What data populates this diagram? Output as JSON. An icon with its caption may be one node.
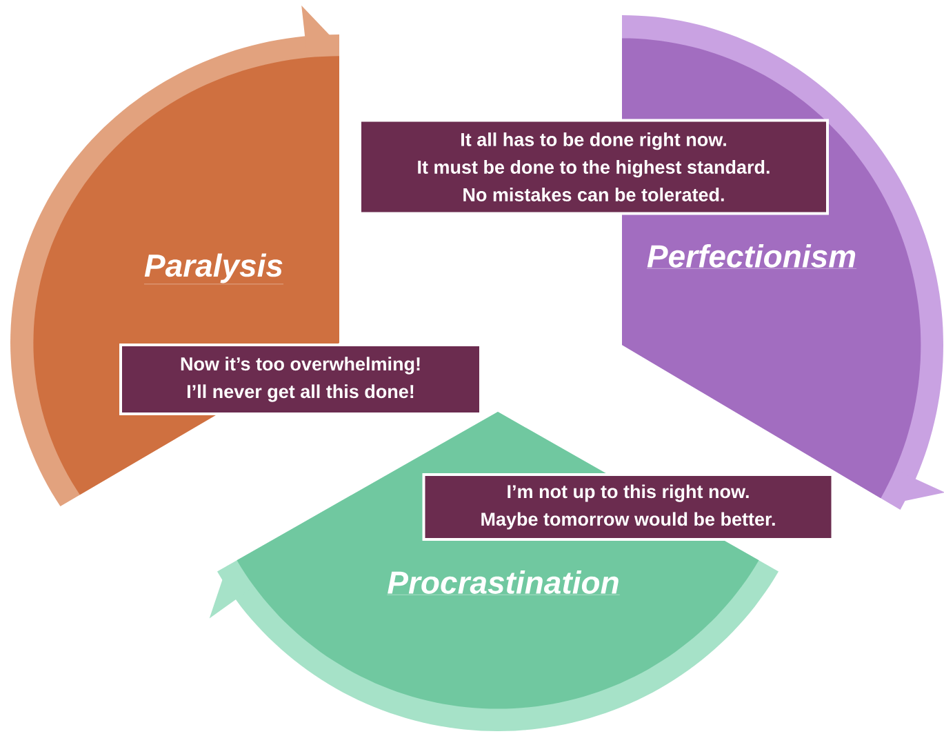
{
  "diagram": {
    "nodes": [
      {
        "text": [
          "Paralysis"
        ]
      },
      {
        "text": [
          "Perfectionism"
        ]
      },
      {
        "text": [
          "It all has to be done right now.",
          "It must be done to the highest standard.",
          "No mistakes can be tolerated."
        ]
      },
      {
        "text": [
          "Now it’s too overwhelming!",
          "I’ll never get all this done!"
        ]
      },
      {
        "text": [
          "I’m not up to this right now.",
          "Maybe tomorrow would be better."
        ]
      },
      {
        "text": [
          "Procrastination"
        ]
      }
    ]
  }
}
